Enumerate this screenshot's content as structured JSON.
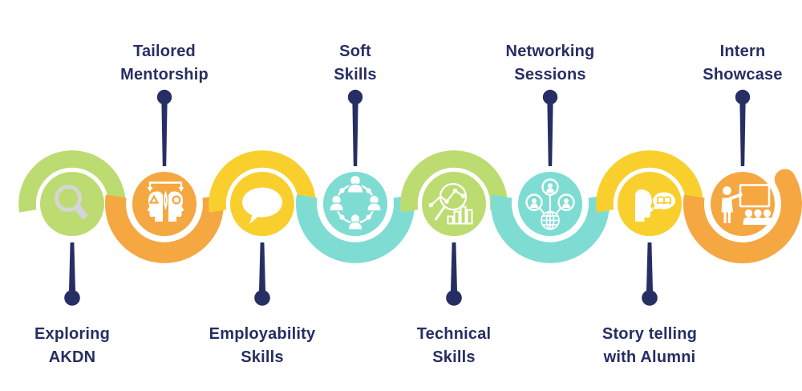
{
  "palette": {
    "navy": "#272e63",
    "lime": "#bcdb70",
    "orange": "#f5a742",
    "yellow": "#f9cf2e",
    "teal": "#7edcd3",
    "icon_gray": "#d5d5d5"
  },
  "steps": [
    {
      "label": "Exploring\nAKDN",
      "label_position": "below",
      "color": "lime",
      "icon": "magnifier-icon"
    },
    {
      "label": "Tailored\nMentorship",
      "label_position": "above",
      "color": "orange",
      "icon": "mentorship-heads-icon"
    },
    {
      "label": "Employability\nSkills",
      "label_position": "below",
      "color": "yellow",
      "icon": "speech-bubble-icon"
    },
    {
      "label": "Soft\nSkills",
      "label_position": "above",
      "color": "teal",
      "icon": "people-circle-icon"
    },
    {
      "label": "Technical\nSkills",
      "label_position": "below",
      "color": "lime",
      "icon": "chart-magnifier-icon"
    },
    {
      "label": "Networking\nSessions",
      "label_position": "above",
      "color": "teal",
      "icon": "people-globe-icon"
    },
    {
      "label": "Story telling\nwith Alumni",
      "label_position": "below",
      "color": "yellow",
      "icon": "storytelling-head-icon"
    },
    {
      "label": "Intern\nShowcase",
      "label_position": "above",
      "color": "orange",
      "icon": "presenter-board-icon"
    }
  ]
}
